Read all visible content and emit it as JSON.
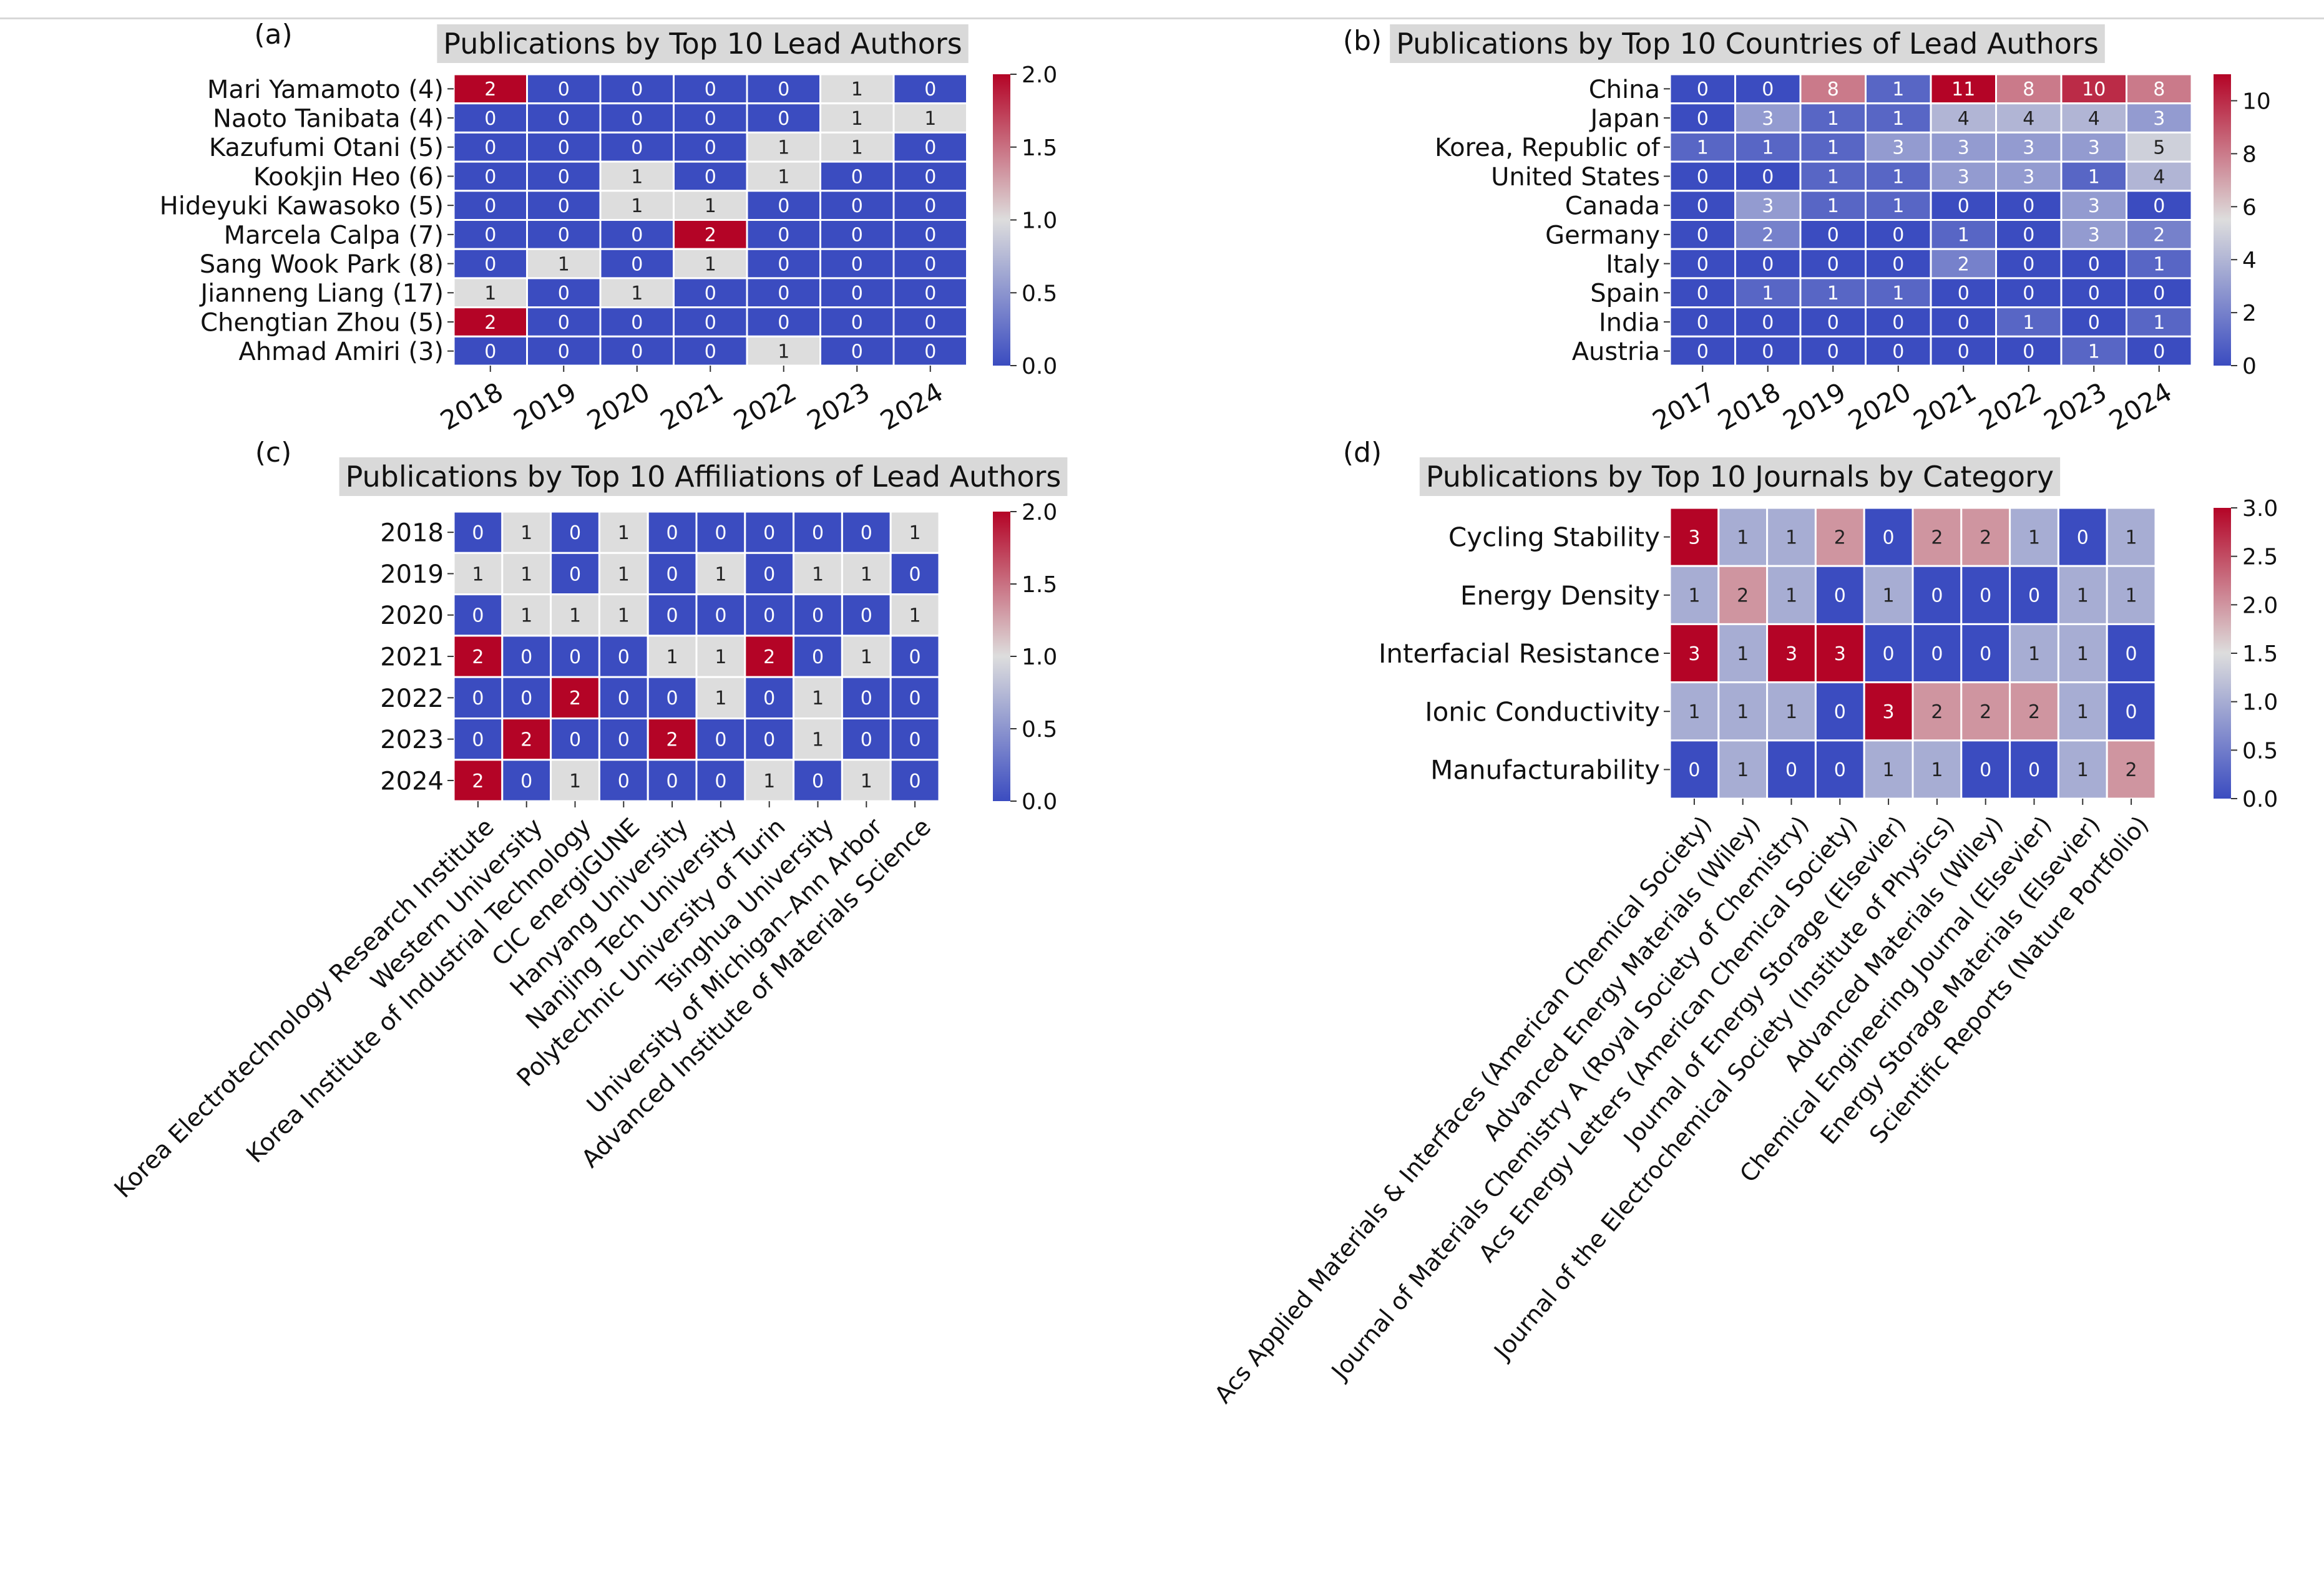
{
  "figure": {
    "panels": [
      "(a)",
      "(b)",
      "(c)",
      "(d)"
    ]
  },
  "colors": {
    "low": "#3b4cc0",
    "mid": "#dddddd",
    "high": "#b40426",
    "grid": "#ffffff",
    "title_background": "#d9d9d9"
  },
  "chart_data": [
    {
      "type": "heatmap",
      "panel": "(a)",
      "title": "Publications by Top 10 Lead Authors",
      "rows": [
        "Mari Yamamoto (4)",
        "Naoto Tanibata (4)",
        "Kazufumi Otani (5)",
        "Kookjin Heo (6)",
        "Hideyuki Kawasoko (5)",
        "Marcela Calpa (7)",
        "Sang Wook Park (8)",
        "Jianneng Liang (17)",
        "Chengtian Zhou (5)",
        "Ahmad Amiri (3)"
      ],
      "columns": [
        "2018",
        "2019",
        "2020",
        "2021",
        "2022",
        "2023",
        "2024"
      ],
      "values": [
        [
          2,
          0,
          0,
          0,
          0,
          1,
          0
        ],
        [
          0,
          0,
          0,
          0,
          0,
          1,
          1
        ],
        [
          0,
          0,
          0,
          0,
          1,
          1,
          0
        ],
        [
          0,
          0,
          1,
          0,
          1,
          0,
          0
        ],
        [
          0,
          0,
          1,
          1,
          0,
          0,
          0
        ],
        [
          0,
          0,
          0,
          2,
          0,
          0,
          0
        ],
        [
          0,
          1,
          0,
          1,
          0,
          0,
          0
        ],
        [
          1,
          0,
          1,
          0,
          0,
          0,
          0
        ],
        [
          2,
          0,
          0,
          0,
          0,
          0,
          0
        ],
        [
          0,
          0,
          0,
          0,
          1,
          0,
          0
        ]
      ],
      "vmin": 0,
      "vmax": 2,
      "colorbar_ticks": [
        "0.0",
        "0.5",
        "1.0",
        "1.5",
        "2.0"
      ],
      "column_label_rotation": "30deg"
    },
    {
      "type": "heatmap",
      "panel": "(b)",
      "title": "Publications by Top 10 Countries of Lead Authors",
      "rows": [
        "China",
        "Japan",
        "Korea, Republic of",
        "United States",
        "Canada",
        "Germany",
        "Italy",
        "Spain",
        "India",
        "Austria"
      ],
      "columns": [
        "2017",
        "2018",
        "2019",
        "2020",
        "2021",
        "2022",
        "2023",
        "2024"
      ],
      "values": [
        [
          0,
          0,
          8,
          1,
          11,
          8,
          10,
          8
        ],
        [
          0,
          3,
          1,
          1,
          4,
          4,
          4,
          3
        ],
        [
          1,
          1,
          1,
          3,
          3,
          3,
          3,
          5
        ],
        [
          0,
          0,
          1,
          1,
          3,
          3,
          1,
          4
        ],
        [
          0,
          3,
          1,
          1,
          0,
          0,
          3,
          0
        ],
        [
          0,
          2,
          0,
          0,
          1,
          0,
          3,
          2
        ],
        [
          0,
          0,
          0,
          0,
          2,
          0,
          0,
          1
        ],
        [
          0,
          1,
          1,
          1,
          0,
          0,
          0,
          0
        ],
        [
          0,
          0,
          0,
          0,
          0,
          1,
          0,
          1
        ],
        [
          0,
          0,
          0,
          0,
          0,
          0,
          1,
          0
        ]
      ],
      "vmin": 0,
      "vmax": 11,
      "colorbar_ticks": [
        "0",
        "2",
        "4",
        "6",
        "8",
        "10"
      ],
      "column_label_rotation": "30deg"
    },
    {
      "type": "heatmap",
      "panel": "(c)",
      "title": "Publications by Top 10 Affiliations of Lead Authors",
      "rows": [
        "2018",
        "2019",
        "2020",
        "2021",
        "2022",
        "2023",
        "2024"
      ],
      "columns": [
        "Korea Electrotechnology Research Institute",
        "Western University",
        "Korea Institute of Industrial Technology",
        "CIC energiGUNE",
        "Hanyang University",
        "Nanjing Tech University",
        "Polytechnic University of Turin",
        "Tsinghua University",
        "University of Michigan–Ann Arbor",
        "Advanced Institute of Materials Science"
      ],
      "values": [
        [
          0,
          1,
          0,
          1,
          0,
          0,
          0,
          0,
          0,
          1
        ],
        [
          1,
          1,
          0,
          1,
          0,
          1,
          0,
          1,
          1,
          0
        ],
        [
          0,
          1,
          1,
          1,
          0,
          0,
          0,
          0,
          0,
          1
        ],
        [
          2,
          0,
          0,
          0,
          1,
          1,
          2,
          0,
          1,
          0
        ],
        [
          0,
          0,
          2,
          0,
          0,
          1,
          0,
          1,
          0,
          0
        ],
        [
          0,
          2,
          0,
          0,
          2,
          0,
          0,
          1,
          0,
          0
        ],
        [
          2,
          0,
          1,
          0,
          0,
          0,
          1,
          0,
          1,
          0
        ]
      ],
      "vmin": 0,
      "vmax": 2,
      "colorbar_ticks": [
        "0.0",
        "0.5",
        "1.0",
        "1.5",
        "2.0"
      ],
      "column_label_rotation": "45deg"
    },
    {
      "type": "heatmap",
      "panel": "(d)",
      "title": "Publications by Top 10 Journals by Category",
      "rows": [
        "Cycling Stability",
        "Energy Density",
        "Interfacial Resistance",
        "Ionic Conductivity",
        "Manufacturability"
      ],
      "columns": [
        "Acs Applied Materials & Interfaces (American Chemical Society)",
        "Advanced Energy Materials (Wiley)",
        "Journal of Materials Chemistry A (Royal Society of Chemistry)",
        "Acs Energy Letters (American Chemical Society)",
        "Journal of Energy Storage (Elsevier)",
        "Journal of the Electrochemical Society (Institute of Physics)",
        "Advanced Materials (Wiley)",
        "Chemical Engineering Journal (Elsevier)",
        "Energy Storage Materials (Elsevier)",
        "Scientific Reports (Nature Portfolio)"
      ],
      "values": [
        [
          3,
          1,
          1,
          2,
          0,
          2,
          2,
          1,
          0,
          1
        ],
        [
          1,
          2,
          1,
          0,
          1,
          0,
          0,
          0,
          1,
          1
        ],
        [
          3,
          1,
          3,
          3,
          0,
          0,
          0,
          1,
          1,
          0
        ],
        [
          1,
          1,
          1,
          0,
          3,
          2,
          2,
          2,
          1,
          0
        ],
        [
          0,
          1,
          0,
          0,
          1,
          1,
          0,
          0,
          1,
          2
        ]
      ],
      "vmin": 0,
      "vmax": 3,
      "colorbar_ticks": [
        "0.0",
        "0.5",
        "1.0",
        "1.5",
        "2.0",
        "2.5",
        "3.0"
      ],
      "column_label_rotation": "50deg"
    }
  ]
}
